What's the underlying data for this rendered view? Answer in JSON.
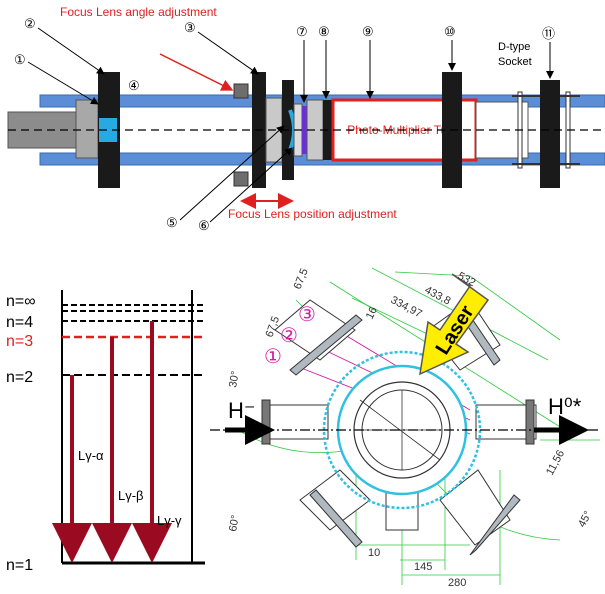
{
  "top": {
    "labels": {
      "angle_adjust": "Focus Lens angle adjustment",
      "position_adjust": "Focus Lens position adjustment",
      "pmt": "Photo-Multiplier Tube",
      "dsocket_1": "D-type",
      "dsocket_2": "Socket"
    },
    "numbers": [
      "①",
      "②",
      "③",
      "④",
      "⑤",
      "⑥",
      "⑦",
      "⑧",
      "⑨",
      "⑩",
      "⑪"
    ],
    "colors": {
      "pipe": "#5b8ed6",
      "flange": "#1a1a1a",
      "pmt_border": "#e02020",
      "label_red": "#e02020"
    }
  },
  "energy_levels": {
    "levels": [
      "n=∞",
      "n=4",
      "n=3",
      "n=2",
      "n=1"
    ],
    "transitions": [
      "Lγ-α",
      "Lγ-β",
      "Lγ-γ"
    ],
    "colors": {
      "arrow": "#9a0b22",
      "n3": "#e02020"
    }
  },
  "chamber": {
    "laser": "Laser",
    "h_minus": "H⁻",
    "h0": "H⁰*",
    "circled": [
      "①",
      "②",
      "③"
    ],
    "dims": [
      "67,5",
      "67,5",
      "433,8",
      "334,97",
      "532",
      "16",
      "11,56",
      "10",
      "145",
      "280"
    ],
    "angles": [
      "30°",
      "60°",
      "45°"
    ],
    "colors": {
      "dim_line": "#2ecc40",
      "magenta": "#d020a0",
      "cyan": "#30c0e0",
      "laser_fill": "#ffee00"
    }
  }
}
